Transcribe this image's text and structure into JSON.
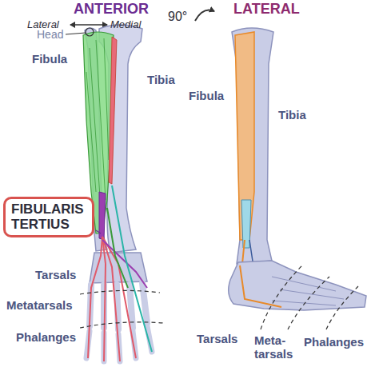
{
  "diagram": {
    "nodes": [
      {
        "text": [
          "FIBULARIS TERTIUS"
        ]
      }
    ],
    "labels": [
      "ANTERIOR",
      "Lateral",
      "Medial",
      "90°",
      "LATERAL",
      "Head",
      "Fibula",
      "Tibia",
      "Tarsals",
      "Metatarsals",
      "Phalanges",
      "Fibula",
      "Tibia",
      "Tarsals",
      "Meta- tarsals",
      "Phalanges"
    ]
  }
}
